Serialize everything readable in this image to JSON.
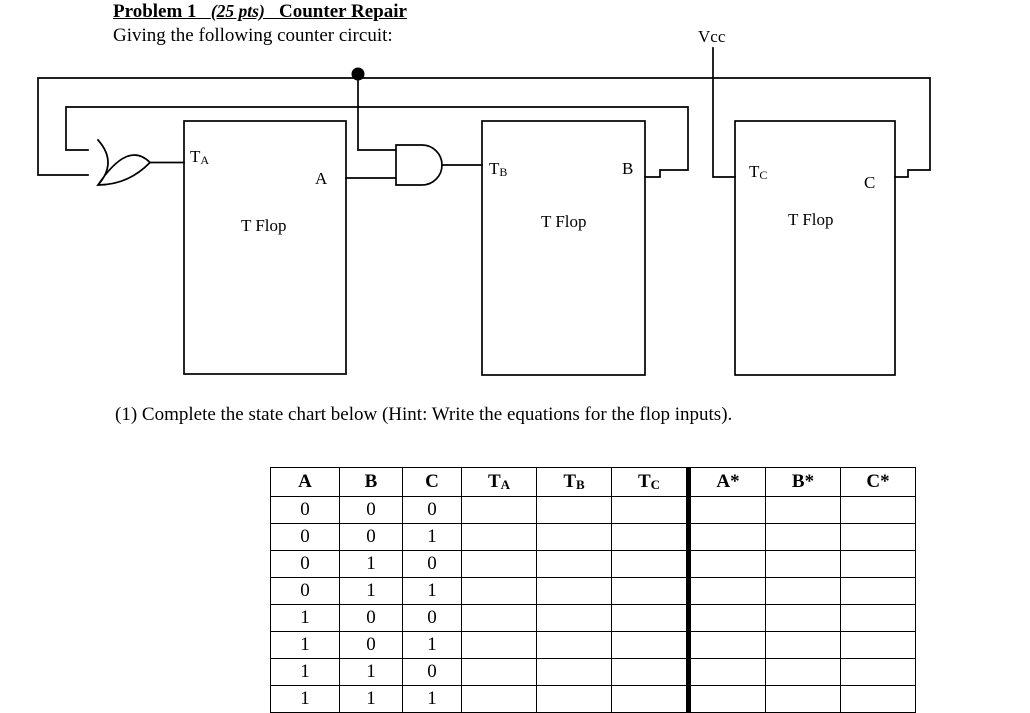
{
  "header": {
    "problem_label": "Problem 1",
    "points": "(25 pts)",
    "problem_title": "Counter Repair",
    "subtitle": "Giving the following counter circuit:"
  },
  "circuit": {
    "power_label": "Vcc",
    "or_gate_name": "or-gate",
    "and_gate_name": "and-gate",
    "junction_name": "wire-junction-dot",
    "flops": [
      {
        "input_label": "T",
        "input_sub": "A",
        "output_label": "A",
        "body_label": "T Flop"
      },
      {
        "input_label": "T",
        "input_sub": "B",
        "output_label": "B",
        "body_label": "T Flop"
      },
      {
        "input_label": "T",
        "input_sub": "C",
        "output_label": "C",
        "body_label": "T Flop"
      }
    ]
  },
  "question": {
    "text": "(1)  Complete the state chart below (Hint:  Write the equations for the flop inputs)."
  },
  "chart_data": {
    "type": "table",
    "title": "State chart",
    "columns": [
      {
        "label": "A",
        "sub": "",
        "group": "present-state"
      },
      {
        "label": "B",
        "sub": "",
        "group": "present-state"
      },
      {
        "label": "C",
        "sub": "",
        "group": "present-state"
      },
      {
        "label": "T",
        "sub": "A",
        "group": "flop-inputs"
      },
      {
        "label": "T",
        "sub": "B",
        "group": "flop-inputs"
      },
      {
        "label": "T",
        "sub": "C",
        "group": "flop-inputs"
      },
      {
        "label": "A*",
        "sub": "",
        "group": "next-state"
      },
      {
        "label": "B*",
        "sub": "",
        "group": "next-state"
      },
      {
        "label": "C*",
        "sub": "",
        "group": "next-state"
      }
    ],
    "rows": [
      [
        "0",
        "0",
        "0",
        "",
        "",
        "",
        "",
        "",
        ""
      ],
      [
        "0",
        "0",
        "1",
        "",
        "",
        "",
        "",
        "",
        ""
      ],
      [
        "0",
        "1",
        "0",
        "",
        "",
        "",
        "",
        "",
        ""
      ],
      [
        "0",
        "1",
        "1",
        "",
        "",
        "",
        "",
        "",
        ""
      ],
      [
        "1",
        "0",
        "0",
        "",
        "",
        "",
        "",
        "",
        ""
      ],
      [
        "1",
        "0",
        "1",
        "",
        "",
        "",
        "",
        "",
        ""
      ],
      [
        "1",
        "1",
        "0",
        "",
        "",
        "",
        "",
        "",
        ""
      ],
      [
        "1",
        "1",
        "1",
        "",
        "",
        "",
        "",
        "",
        ""
      ]
    ],
    "separator_after_column_index": 5,
    "note": "Columns T_A, T_B, T_C, A*, B*, C* are blank for the student to fill in."
  },
  "colors": {
    "ink": "#000000",
    "paper": "#ffffff"
  }
}
